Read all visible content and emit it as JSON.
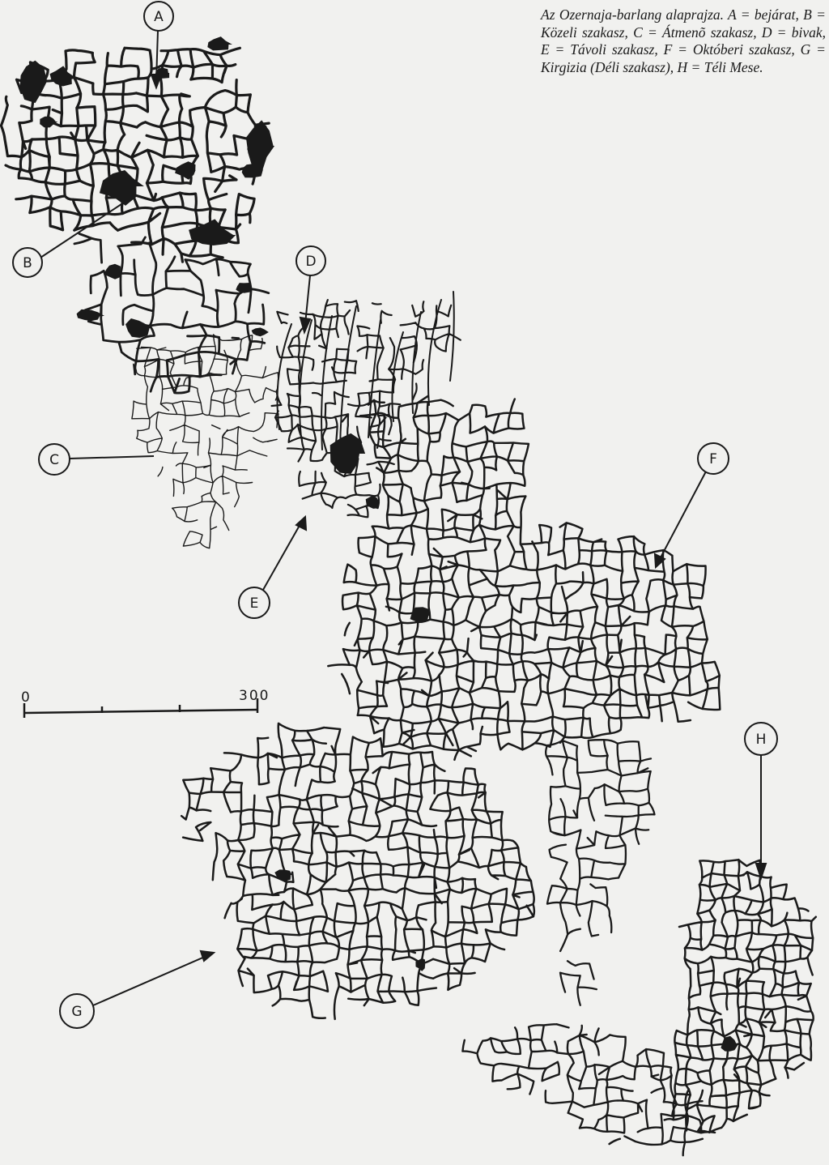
{
  "caption": "Az Ozernaja-barlang alaprajza. A = bejárat, B = Közeli szakasz, C = Átmenõ szakasz, D = bivak, E = Távoli szakasz, F = Októberi szakasz, G = Kirgizia (Déli szakasz), H = Téli Mese.",
  "markers": [
    {
      "id": "A",
      "label": "A"
    },
    {
      "id": "B",
      "label": "B"
    },
    {
      "id": "C",
      "label": "C"
    },
    {
      "id": "D",
      "label": "D"
    },
    {
      "id": "E",
      "label": "E"
    },
    {
      "id": "F",
      "label": "F"
    },
    {
      "id": "G",
      "label": "G"
    },
    {
      "id": "H",
      "label": "H"
    }
  ],
  "scale": {
    "start_label": "0",
    "end_label": "300"
  },
  "colors": {
    "ink": "#1a1a1a",
    "paper": "#f1f1ef"
  }
}
